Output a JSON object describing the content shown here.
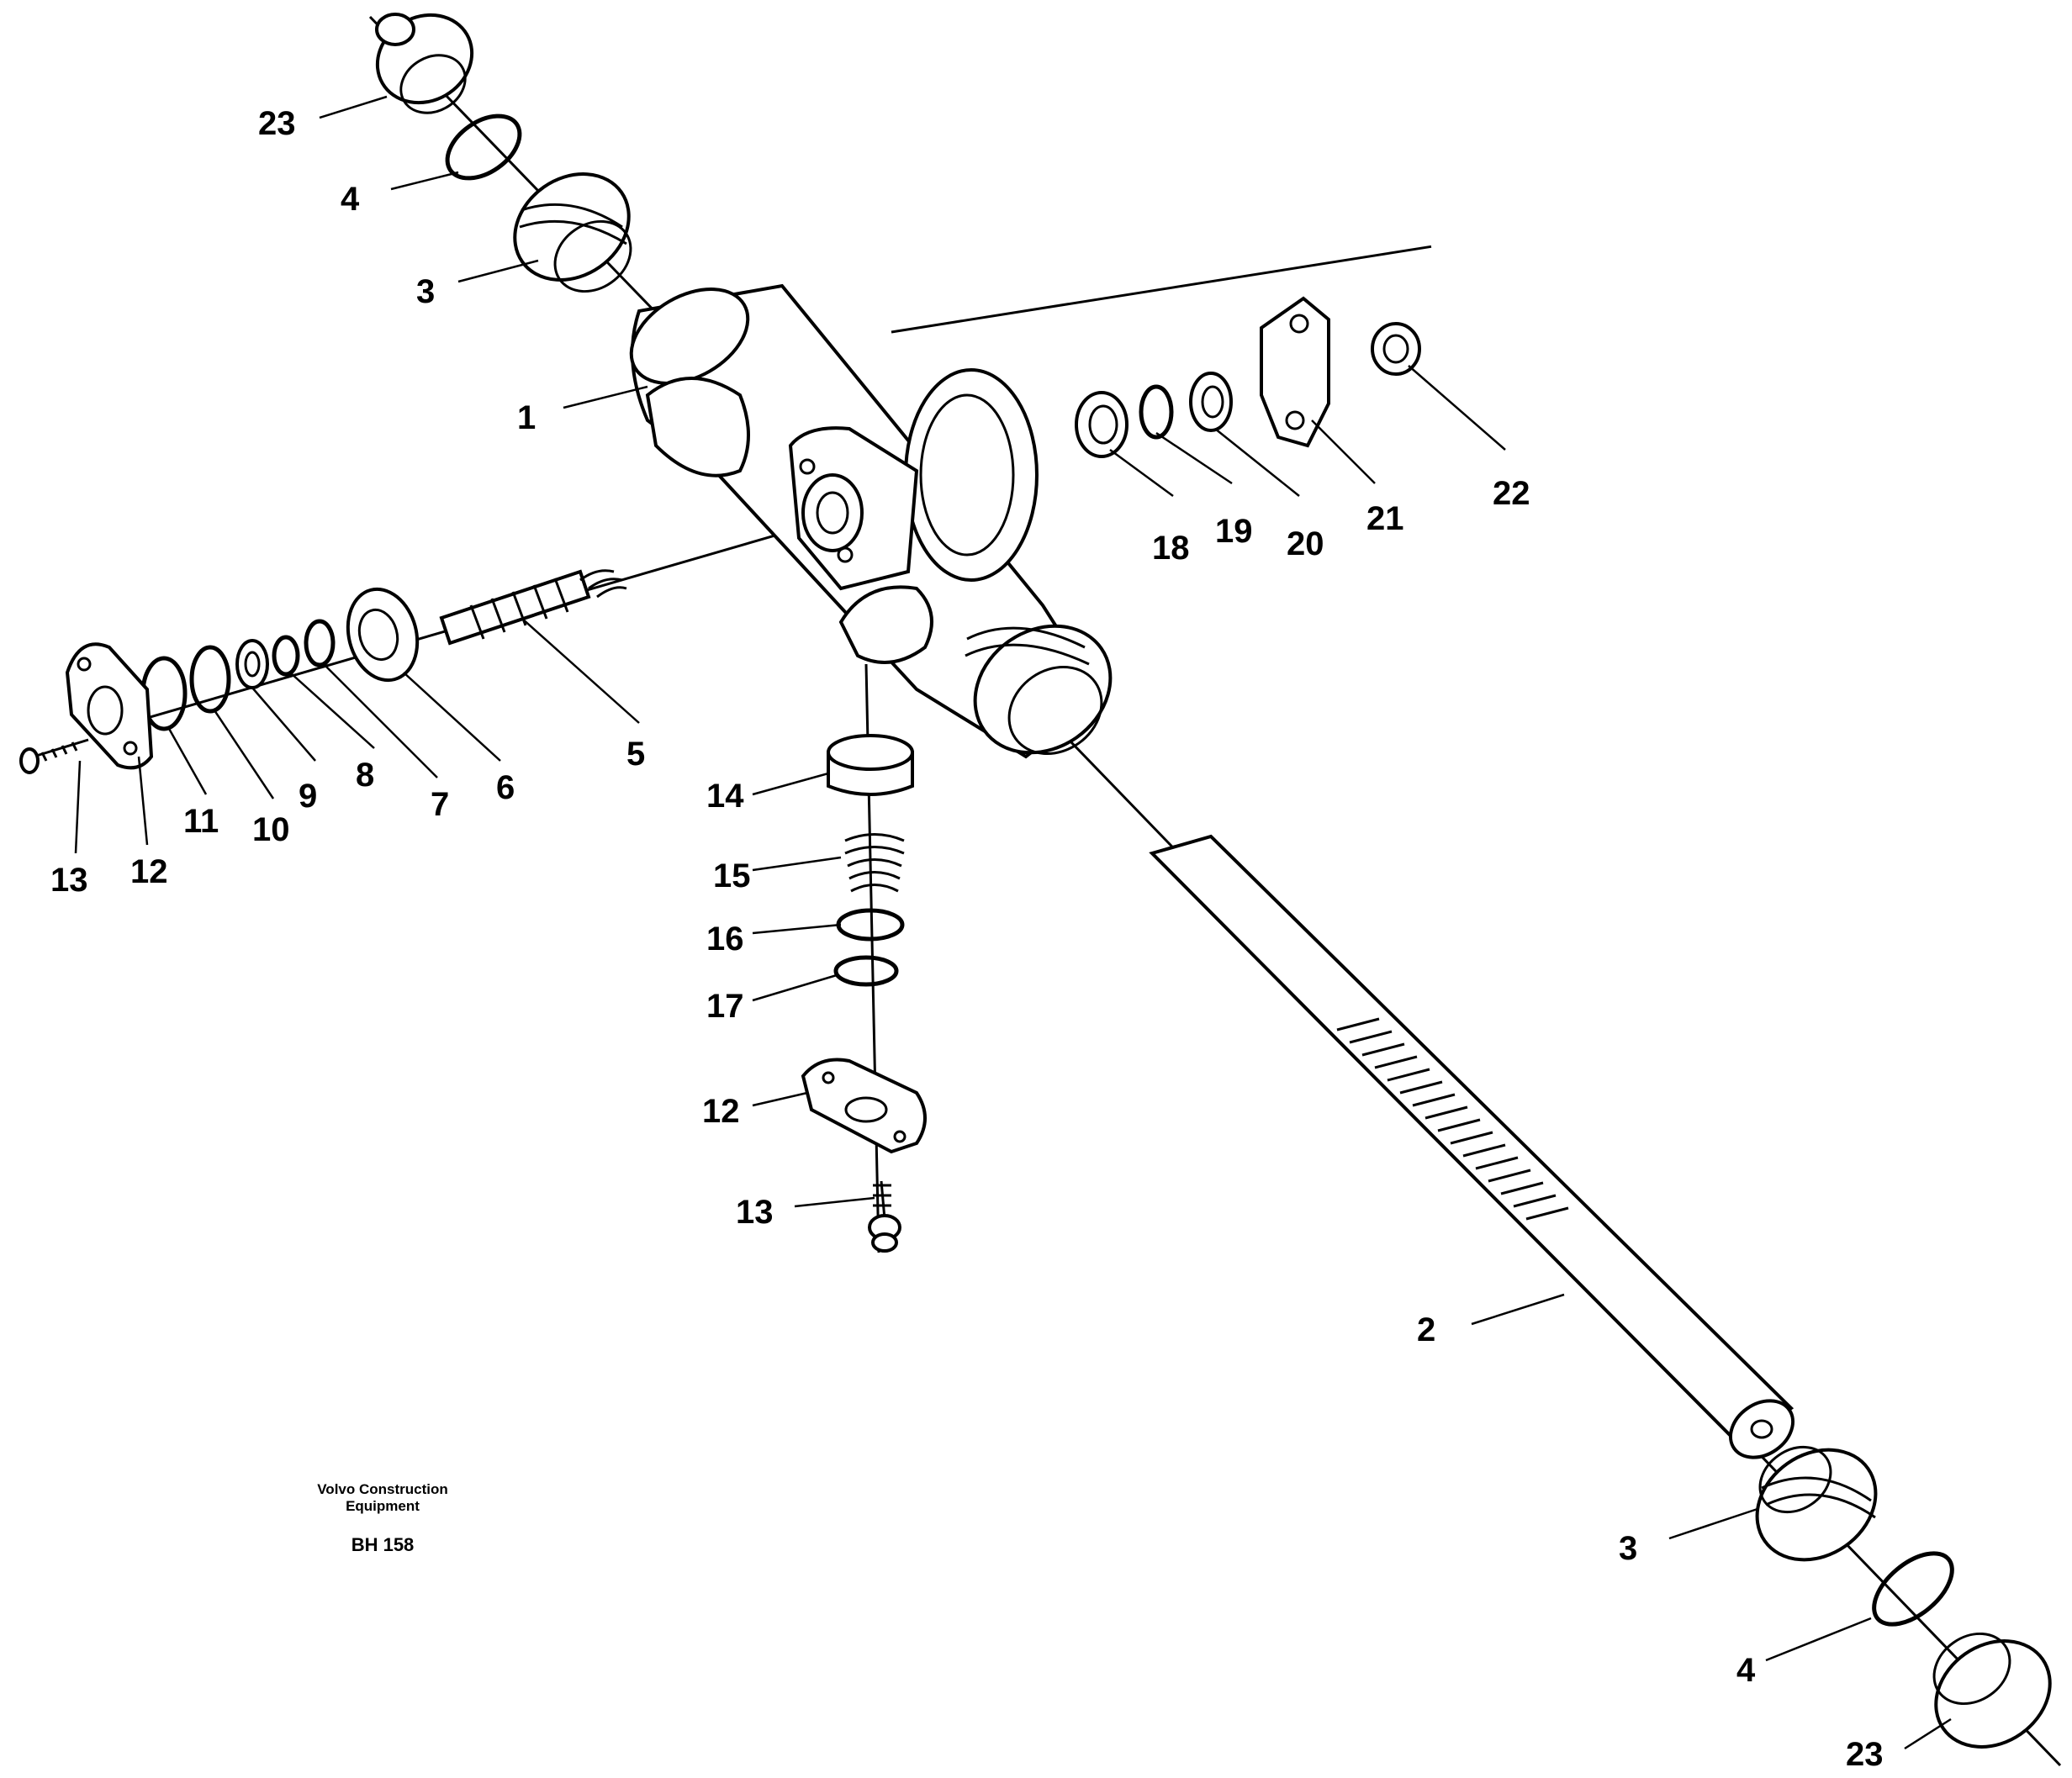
{
  "callouts": [
    "23",
    "4",
    "3",
    "1",
    "18",
    "19",
    "20",
    "21",
    "22",
    "5",
    "6",
    "7",
    "8",
    "9",
    "10",
    "11",
    "12",
    "13",
    "14",
    "15",
    "16",
    "17",
    "12",
    "13",
    "2",
    "3",
    "4",
    "23"
  ],
  "caption": {
    "company_line1": "Volvo Construction",
    "company_line2": "Equipment",
    "code": "BH 158"
  }
}
